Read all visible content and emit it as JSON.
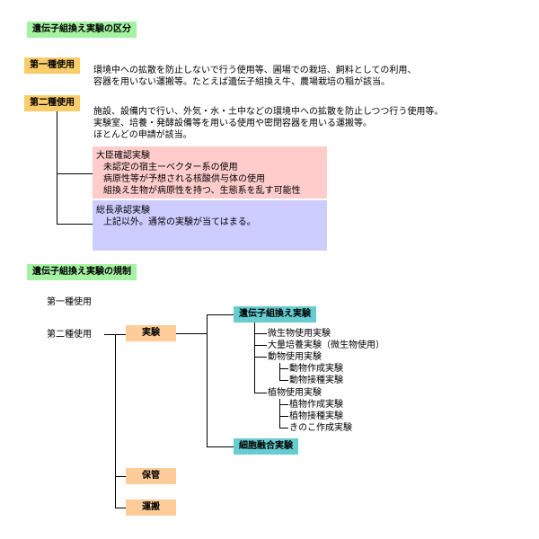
{
  "section1": {
    "title": "遺伝子組換え実験の区分",
    "class1": {
      "label": "第一種使用",
      "lines": [
        "環境中への拡散を防止しないで行う使用等、圃場での栽培、飼料としての利用、",
        "容器を用いない運搬等。たとえば遺伝子組換え牛、農場栽培の稲が該当。"
      ]
    },
    "class2": {
      "label": "第二種使用",
      "lines": [
        "施設、設備内で行い、外気・水・土中などの環境中への拡散を防止しつつ行う使用等。",
        "実験室、培養・発酵設備等を用いる使用や密閉容器を用いる運搬等。",
        "ほとんどの申請が該当。"
      ]
    },
    "minister": {
      "title": "大臣確認実験",
      "items": [
        "未認定の宿主ーベクター系の使用",
        "病原性等が予想される核酸供与体の使用",
        "組換え生物が病原性を持つ、生態系を乱す可能性"
      ]
    },
    "president": {
      "title": "総長承認実験",
      "items": [
        "上記以外。通常の実験が当てはまる。"
      ]
    }
  },
  "section2": {
    "title": "遺伝子組換え実験の規制",
    "class1_label": "第一種使用",
    "class2_label": "第二種使用",
    "experiment": "実験",
    "storage": "保管",
    "transport": "運搬",
    "gm_experiment": "遺伝子組換え実験",
    "cell_fusion": "細胞融合実験",
    "gm_children": {
      "micro": "微生物使用実験",
      "large": "大量培養実験（微生物使用）",
      "animal": "動物使用実験",
      "animal_children": [
        "動物作成実験",
        "動物接種実験"
      ],
      "plant": "植物使用実験",
      "plant_children": [
        "植物作成実験",
        "植物接種実験",
        "きのこ作成実験"
      ]
    }
  }
}
